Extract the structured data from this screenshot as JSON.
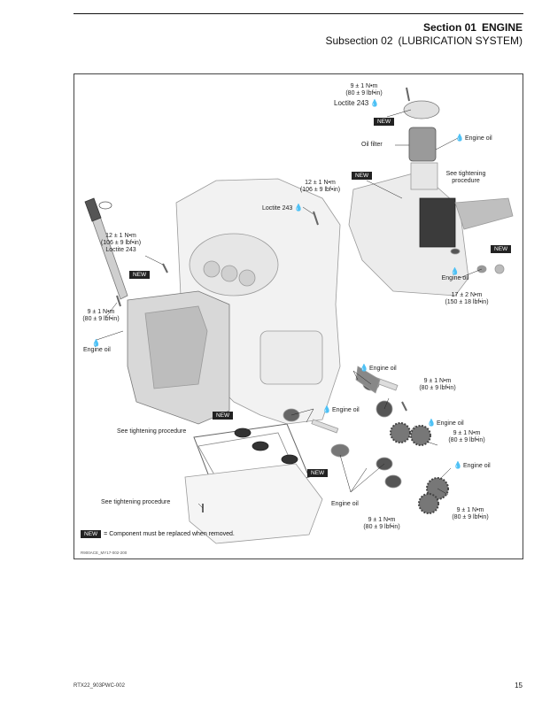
{
  "header": {
    "section": "Section 01",
    "section_name": "ENGINE",
    "subsection": "Subsection 02",
    "subsection_name": "(LUBRICATION SYSTEM)"
  },
  "figure": {
    "callouts": {
      "torque_top": [
        "9 ± 1 N•m",
        "(80 ± 9 lbf•in)"
      ],
      "loctite_top": "Loctite 243",
      "oil_filter": "Oil filter",
      "engine_oil_filter": "Engine oil",
      "see_tightening_right": [
        "See tightening",
        "procedure"
      ],
      "torque_mid": [
        "12 ± 1 N•m",
        "(106 ± 9 lbf•in)"
      ],
      "loctite_mid": "Loctite 243",
      "torque_left": [
        "12 ± 1 N•m",
        "(106 ± 9 lbf•in)",
        "Loctite 243"
      ],
      "torque_dipstick": [
        "9 ± 1 N•m",
        "(80 ± 9 lbf•in)"
      ],
      "engine_oil_left": "Engine oil",
      "engine_oil_right": "Engine oil",
      "torque_right": [
        "17 ± 2 N•m",
        "(150 ± 18 lbf•in)"
      ],
      "engine_oil_gears": "Engine oil",
      "torque_gears1": [
        "9 ± 1 N•m",
        "(80 ± 9 lbf•in)"
      ],
      "engine_oil_center": "Engine oil",
      "see_tightening_left": "See tightening procedure",
      "engine_oil_gears2": "Engine oil",
      "torque_gears2": [
        "9 ± 1 N•m",
        "(80 ± 9 lbf•in)"
      ],
      "engine_oil_gears3": "Engine oil",
      "see_tightening_bottom": "See tightening procedure",
      "engine_oil_bottom": "Engine oil",
      "torque_bottom_right": [
        "9 ± 1 N•m",
        "(80 ± 9 lbf•in)"
      ],
      "torque_bottom": [
        "9 ± 1 N•m",
        "(80 ± 9 lbf•in)"
      ]
    },
    "new_badge": "NEW",
    "legend_text": "= Component must be replaced when removed.",
    "figure_id": "R900ACE_MY17-002-200"
  },
  "footer": {
    "doc_code": "RTX22_903PWC-002",
    "page_number": "15"
  }
}
